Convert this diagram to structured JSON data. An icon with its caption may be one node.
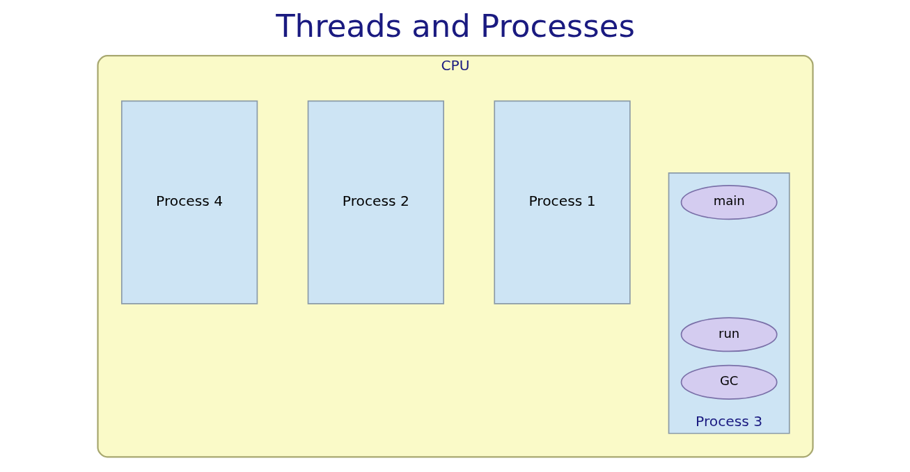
{
  "diagram": {
    "title": "Threads and Processes",
    "nodes": [
      {
        "text": [
          "CPU"
        ]
      },
      {
        "text": [
          "Process 1"
        ],
        "in": 0
      },
      {
        "text": [
          "Process 2"
        ],
        "in": 0
      },
      {
        "text": [
          "Process 3"
        ],
        "in": 0
      },
      {
        "text": [
          "main"
        ],
        "in": 3
      },
      {
        "text": [
          "run"
        ],
        "in": 3
      },
      {
        "text": [
          "GC"
        ],
        "in": 3
      },
      {
        "text": [
          "Process 4"
        ],
        "in": 0
      }
    ]
  }
}
